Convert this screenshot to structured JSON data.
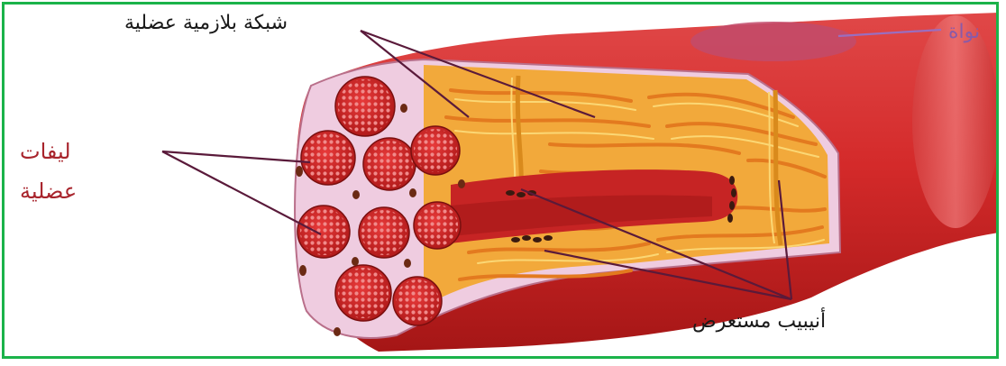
{
  "labels": {
    "sarcoplasmic_reticulum": "شبكة بلازمية عضلية",
    "nucleus": "نواة",
    "myofibrils_line1": "ليفات",
    "myofibrils_line2": "عضلية",
    "t_tubule": "أنيبيب مستعرض"
  },
  "colors": {
    "frame_border": "#1bb34a",
    "muscle_red": "#d42a2a",
    "reticulum_orange": "#f2a93b",
    "label_red": "#a8242c",
    "label_purple": "#8a5aa8",
    "leader_lines": "#5a1a3a"
  }
}
